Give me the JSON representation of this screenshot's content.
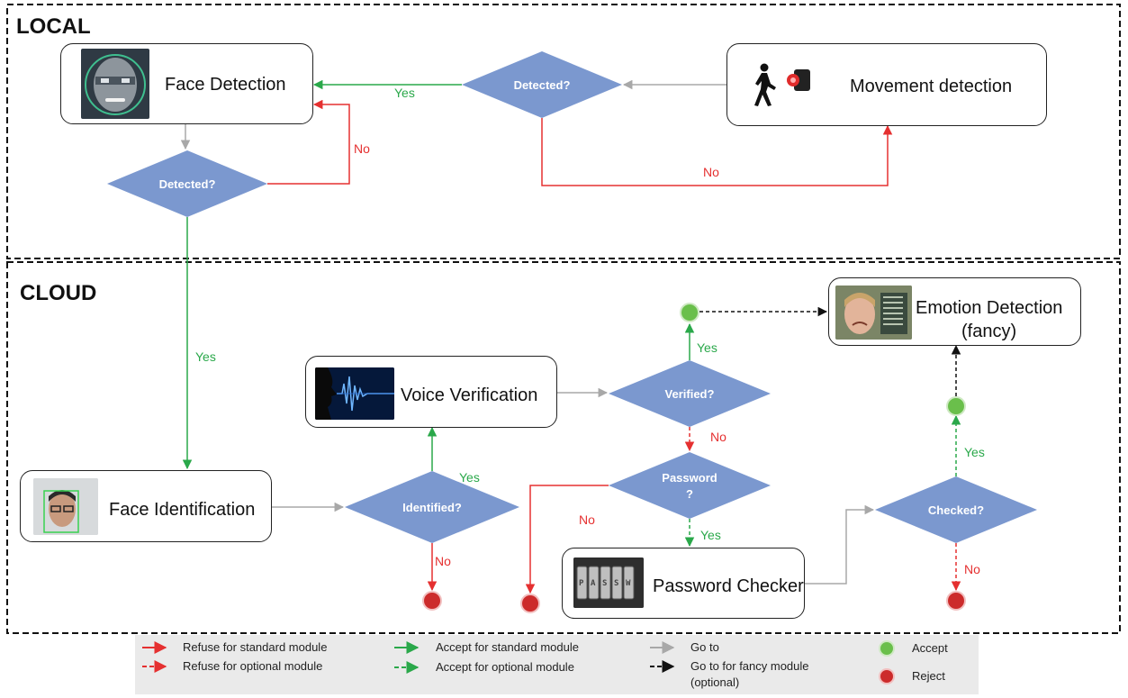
{
  "zones": {
    "local": "LOCAL",
    "cloud": "CLOUD"
  },
  "nodes": {
    "face_detection": "Face Detection",
    "movement_detection": "Movement detection",
    "face_identification": "Face Identification",
    "voice_verification": "Voice Verification",
    "emotion_detection_line1": "Emotion Detection",
    "emotion_detection_line2": "(fancy)",
    "password_checker": "Password Checker"
  },
  "decisions": {
    "detected_movement": "Detected?",
    "detected_face": "Detected?",
    "identified": "Identified?",
    "verified": "Verified?",
    "password_line1": "Password",
    "password_line2": "?",
    "checked": "Checked?"
  },
  "edge_labels": {
    "yes": "Yes",
    "no": "No"
  },
  "legend": {
    "refuse_standard": "Refuse for standard module",
    "refuse_optional": "Refuse for optional module",
    "accept_standard": "Accept for standard module",
    "accept_optional": "Accept for optional module",
    "go_to": "Go to",
    "go_to_fancy_line1": "Go to for fancy module",
    "go_to_fancy_line2": "(optional)",
    "accept": "Accept",
    "reject": "Reject"
  },
  "colors": {
    "decision_fill": "#7b98cf",
    "accept_green": "#2aa84a",
    "refuse_red": "#e53030",
    "goto_gray": "#a8a8a8",
    "accept_dot": "#6abf4b",
    "reject_dot": "#cc2b2b"
  },
  "icons": {
    "face_detection": "face-scan-icon",
    "movement_detection": "walking-person-sensor-icon",
    "face_identification": "face-photo-icon",
    "voice_verification": "voice-wave-icon",
    "emotion_detection": "face-emotion-icon",
    "password_checker": "combination-lock-icon"
  }
}
